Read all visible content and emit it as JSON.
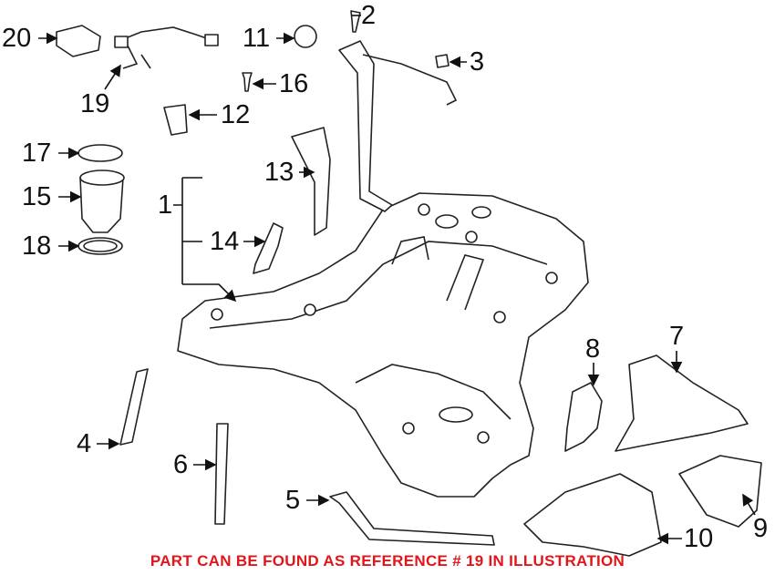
{
  "diagram": {
    "callouts": {
      "c1": "1",
      "c2": "2",
      "c3": "3",
      "c4": "4",
      "c5": "5",
      "c6": "6",
      "c7": "7",
      "c8": "8",
      "c9": "9",
      "c10": "10",
      "c11": "11",
      "c12": "12",
      "c13": "13",
      "c14": "14",
      "c15": "15",
      "c16": "16",
      "c17": "17",
      "c18": "18",
      "c19": "19",
      "c20": "20"
    },
    "caption": "PART CAN BE FOUND AS REFERENCE # 19 IN ILLUSTRATION",
    "caption_color": "#e0161b"
  }
}
